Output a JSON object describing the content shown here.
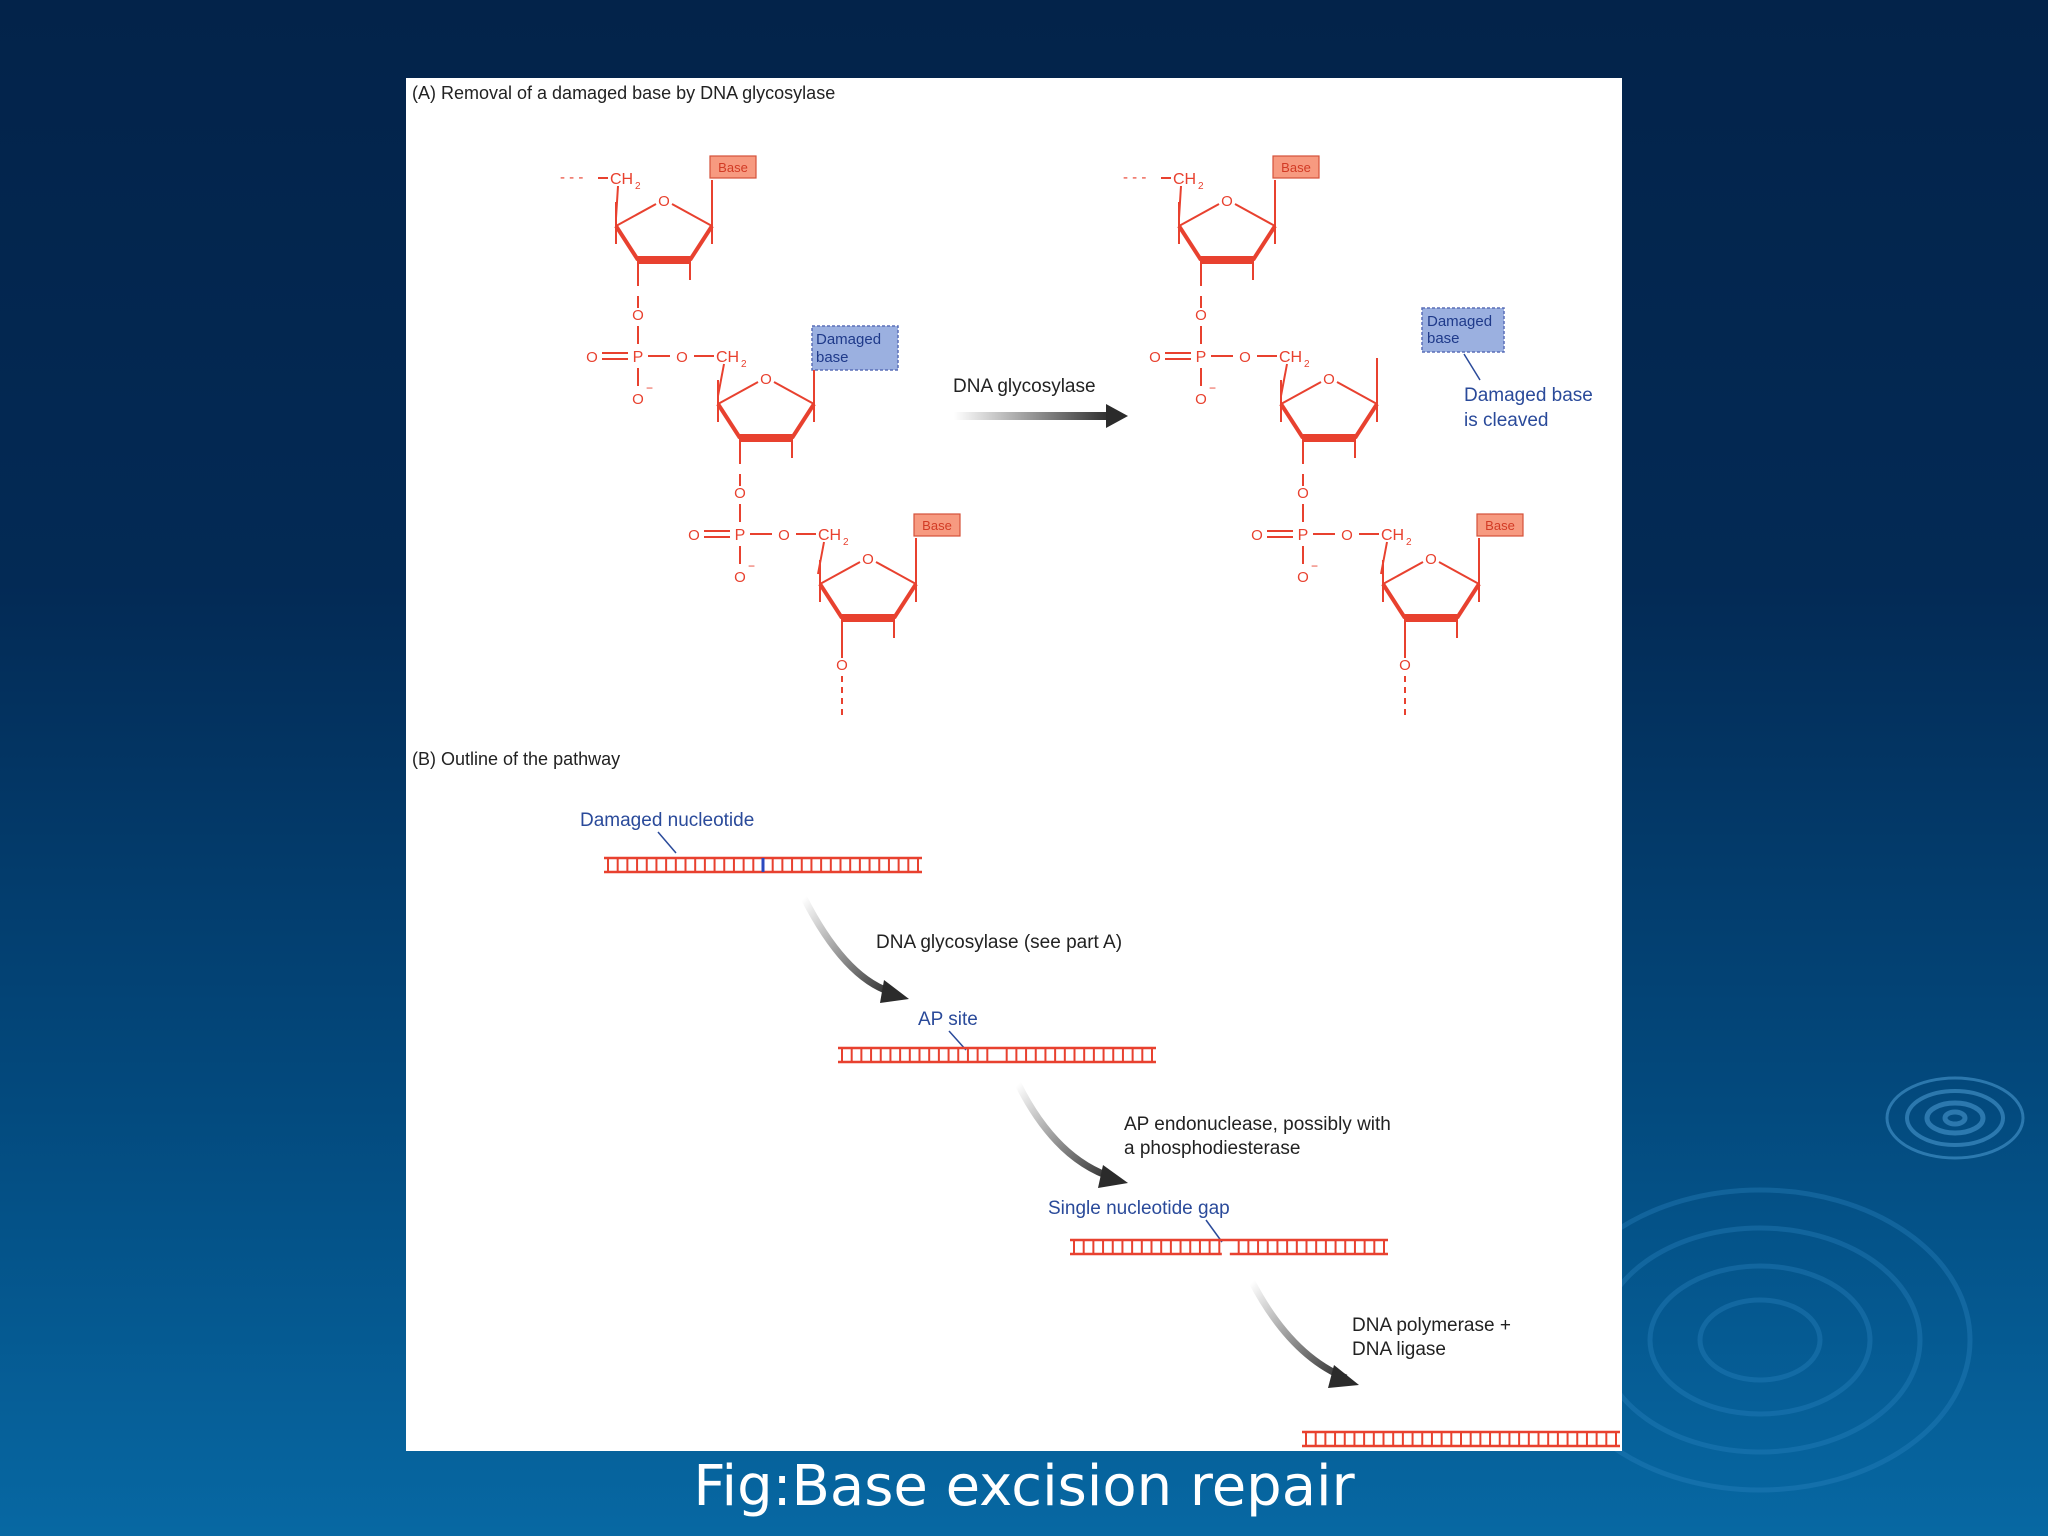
{
  "slide": {
    "caption": "Fig:Base excision repair"
  },
  "panel_a": {
    "title": "(A) Removal of a damaged base by DNA glycosylase",
    "arrow_label": "DNA glycosylase",
    "base_label": "Base",
    "damaged_base_line1": "Damaged",
    "damaged_base_line2": "base",
    "cleaved_line1": "Damaged base",
    "cleaved_line2": "is cleaved",
    "ch2": "CH",
    "ch2_sub": "2",
    "o": "O",
    "p": "P",
    "o_minus": "O",
    "minus": "−"
  },
  "panel_b": {
    "title": "(B) Outline of the pathway",
    "damaged_nucleotide": "Damaged nucleotide",
    "step1": "DNA glycosylase (see part A)",
    "ap_site": "AP site",
    "step2_line1": "AP endonuclease, possibly with",
    "step2_line2": "a phosphodiesterase",
    "gap": "Single nucleotide gap",
    "step3_line1": "DNA polymerase +",
    "step3_line2": "DNA ligase"
  },
  "colors": {
    "background_top": "#03234a",
    "background_bottom": "#0768a3",
    "structure_red": "#e8412f",
    "base_box": "#f79a80",
    "damaged_box": "#9bb0e0",
    "label_blue": "#2a4a9a",
    "arrow_dark": "#333333"
  }
}
